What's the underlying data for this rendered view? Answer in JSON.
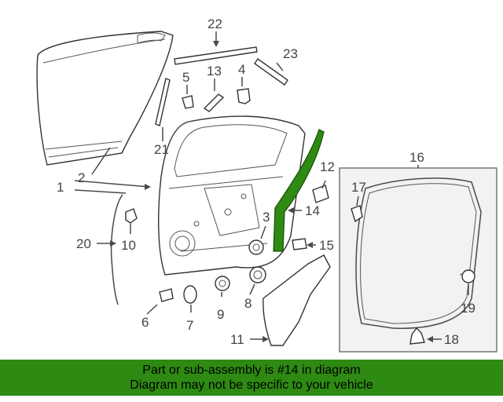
{
  "callouts": {
    "c1": "1",
    "c2": "2",
    "c3": "3",
    "c4": "4",
    "c5": "5",
    "c6": "6",
    "c7": "7",
    "c8": "8",
    "c9": "9",
    "c10": "10",
    "c11": "11",
    "c12": "12",
    "c13": "13",
    "c14": "14",
    "c15": "15",
    "c16": "16",
    "c17": "17",
    "c18": "18",
    "c19": "19",
    "c20": "20",
    "c21": "21",
    "c22": "22",
    "c23": "23"
  },
  "banner": {
    "line1": "Part or sub-assembly is #14 in diagram",
    "line2": "Diagram may not be specific to your vehicle"
  },
  "colors": {
    "highlight": "#2e8a12",
    "banner_bg": "#2e8a12"
  }
}
